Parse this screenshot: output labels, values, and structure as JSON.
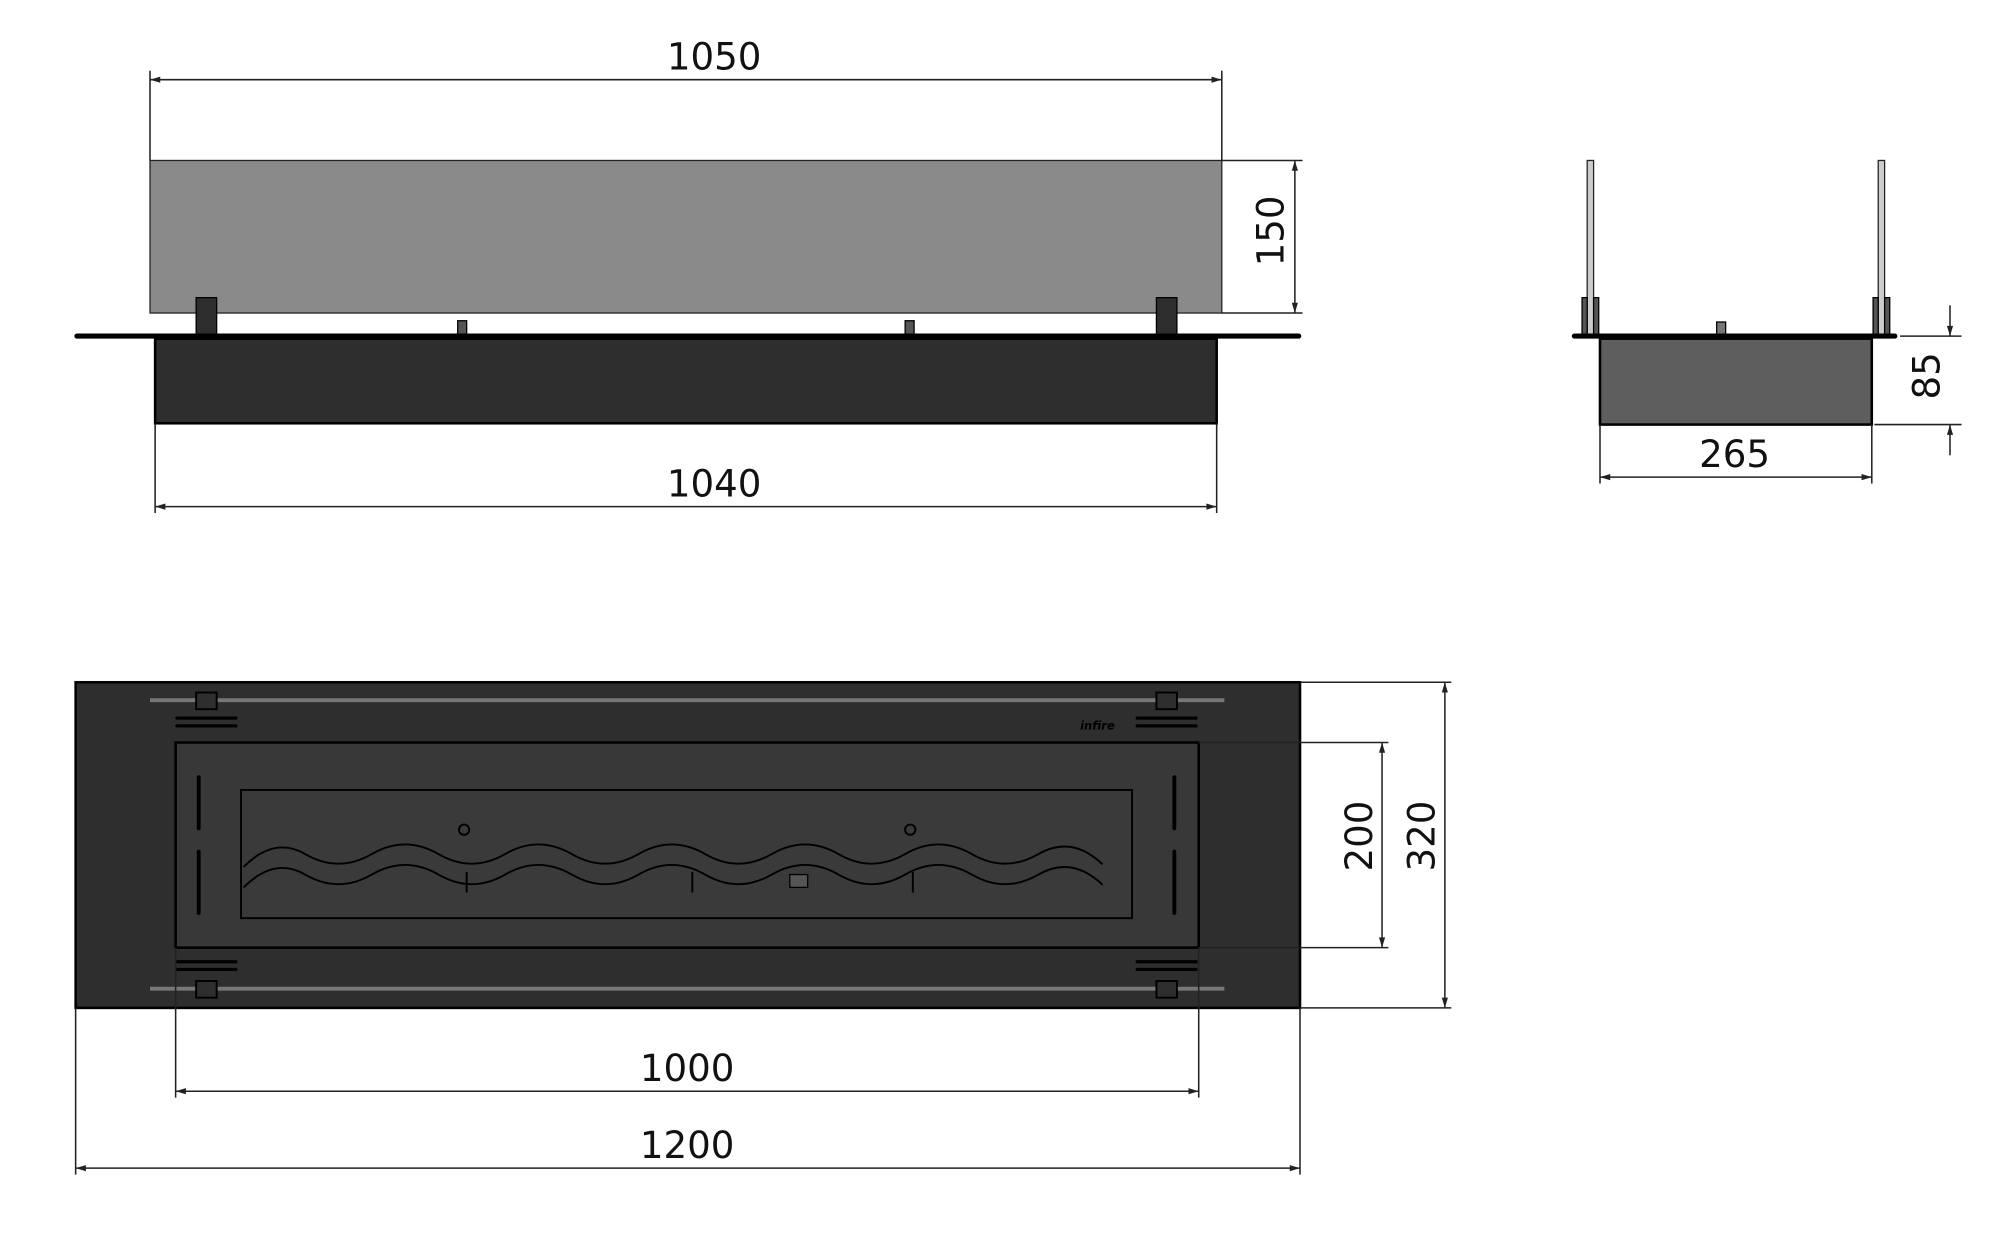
{
  "front_view": {
    "width_glass": "1050",
    "glass_height": "150",
    "body_width": "1040"
  },
  "side_view": {
    "depth": "85",
    "width": "265"
  },
  "top_view": {
    "inner_height": "200",
    "outer_height": "320",
    "inner_width": "1000",
    "outer_width": "1200",
    "logo": "infire"
  },
  "colors": {
    "glass": "#8a8a8a",
    "body": "#2e2e2e",
    "side_body": "#5e5e5e",
    "burner": "#383838"
  }
}
